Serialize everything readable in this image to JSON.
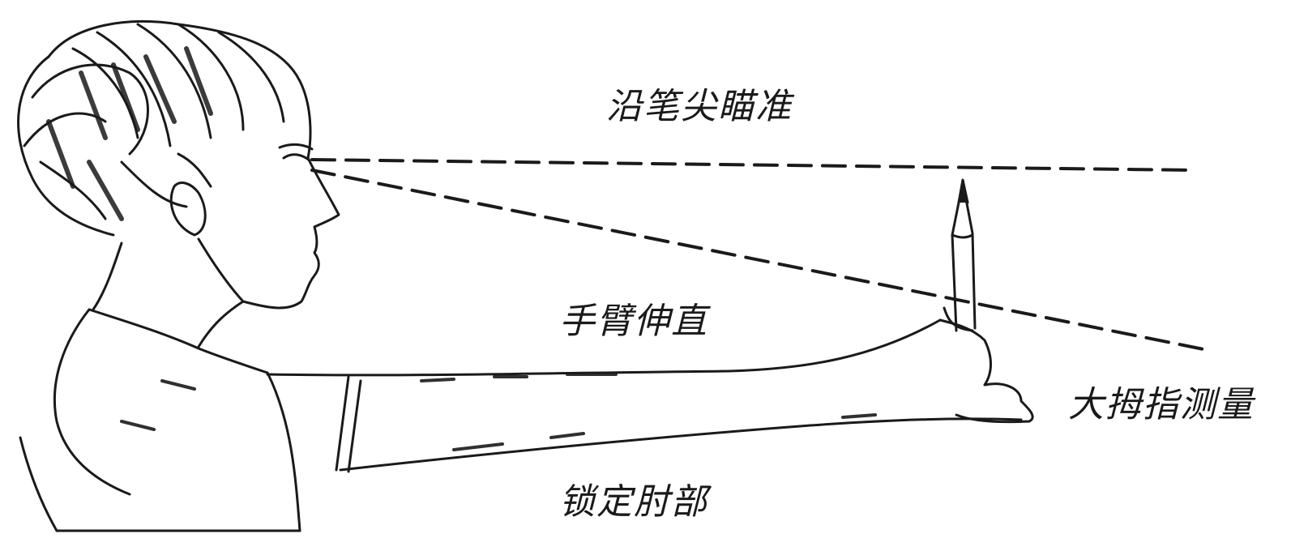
{
  "labels": {
    "aim": "沿笔尖瞄准",
    "arm": "手臂伸直",
    "thumb": "大拇指测量",
    "elbow": "锁定肘部"
  },
  "colors": {
    "ink": "#1a1a1a",
    "paper": "#ffffff"
  }
}
